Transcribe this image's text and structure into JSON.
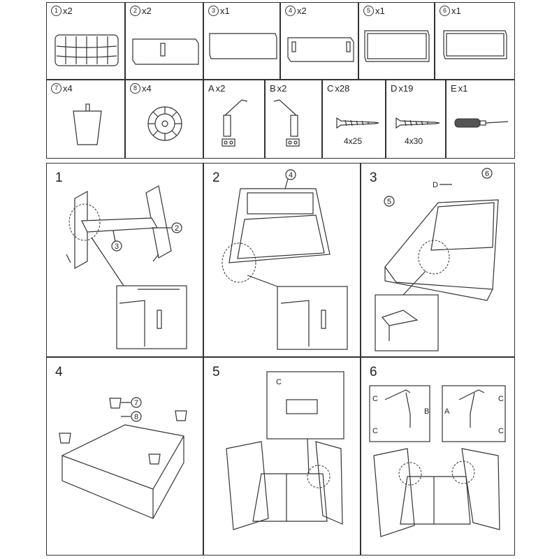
{
  "parts": [
    {
      "num": "1",
      "qty": "x2",
      "icon": "tufted-back-cushion-icon"
    },
    {
      "num": "2",
      "qty": "x2",
      "icon": "side-panel-with-bracket-icon"
    },
    {
      "num": "3",
      "qty": "x1",
      "icon": "plain-panel-icon"
    },
    {
      "num": "4",
      "qty": "x2",
      "icon": "panel-with-brackets-icon"
    },
    {
      "num": "5",
      "qty": "x1",
      "icon": "frame-panel-icon"
    },
    {
      "num": "6",
      "qty": "x1",
      "icon": "frame-panel-icon"
    },
    {
      "num": "7",
      "qty": "x4",
      "icon": "leg-icon"
    },
    {
      "num": "8",
      "qty": "x4",
      "icon": "washer-icon"
    }
  ],
  "hardware": [
    {
      "label": "A",
      "qty": "x2",
      "dim": "",
      "icon": "hinge-a-icon"
    },
    {
      "label": "B",
      "qty": "x2",
      "dim": "",
      "icon": "hinge-b-icon"
    },
    {
      "label": "C",
      "qty": "x28",
      "dim": "4x25",
      "icon": "screw-icon"
    },
    {
      "label": "D",
      "qty": "x19",
      "dim": "4x30",
      "icon": "screw-icon"
    },
    {
      "label": "E",
      "qty": "x1",
      "dim": "",
      "icon": "screwdriver-icon"
    }
  ],
  "steps": [
    {
      "num": "1",
      "callouts": [
        "2",
        "3"
      ]
    },
    {
      "num": "2",
      "callouts": [
        "4"
      ]
    },
    {
      "num": "3",
      "callouts": [
        "D",
        "6",
        "5"
      ]
    },
    {
      "num": "4",
      "callouts": [
        "7",
        "8"
      ]
    },
    {
      "num": "5",
      "callouts": [
        "C"
      ]
    },
    {
      "num": "6",
      "callouts": [
        "C",
        "B",
        "C",
        "A",
        "C",
        "C"
      ]
    }
  ]
}
